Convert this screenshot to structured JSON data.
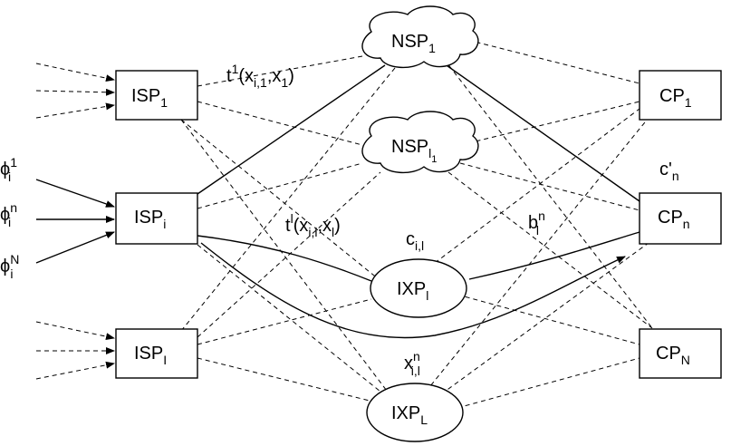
{
  "nodes": {
    "isp1": {
      "base": "ISP",
      "sub": "1"
    },
    "ispi": {
      "base": "ISP",
      "sub": "i"
    },
    "ispI": {
      "base": "ISP",
      "sub": "I"
    },
    "nsp1": {
      "base": "NSP",
      "sub": "1"
    },
    "nspl1": {
      "base": "NSP",
      "sub": "l",
      "subsub": "1"
    },
    "ixpl": {
      "base": "IXP",
      "sub": "l"
    },
    "ixpL": {
      "base": "IXP",
      "sub": "L"
    },
    "cp1": {
      "base": "CP",
      "sub": "1"
    },
    "cpn": {
      "base": "CP",
      "sub": "n"
    },
    "cpN": {
      "base": "CP",
      "sub": "N"
    }
  },
  "annotations": {
    "t1": {
      "base": "t",
      "sup": "1",
      "arg_open": "(x",
      "arg_sub": "i,1",
      "arg_mid": ",x",
      "arg_sub2": "1",
      "arg_close": ")"
    },
    "tl": {
      "base": "t",
      "sup": "l",
      "arg_open": "(x",
      "arg_sub": "i,l",
      "arg_mid": ",x",
      "arg_sub2": "l",
      "arg_close": ")"
    },
    "cil": {
      "base": "c",
      "sub": "i,l"
    },
    "bnl": {
      "base": "b",
      "sup": "n",
      "sub": "l"
    },
    "cpn_cost": {
      "base": "c'",
      "sub": "n"
    },
    "xnil": {
      "base": "x",
      "sup": "n",
      "sub": "i,l"
    },
    "phi1": {
      "base": "ϕ",
      "sup": "1",
      "sub": "i"
    },
    "phin": {
      "base": "ϕ",
      "sup": "n",
      "sub": "i"
    },
    "phiN": {
      "base": "ϕ",
      "sup": "N",
      "sub": "i"
    }
  }
}
